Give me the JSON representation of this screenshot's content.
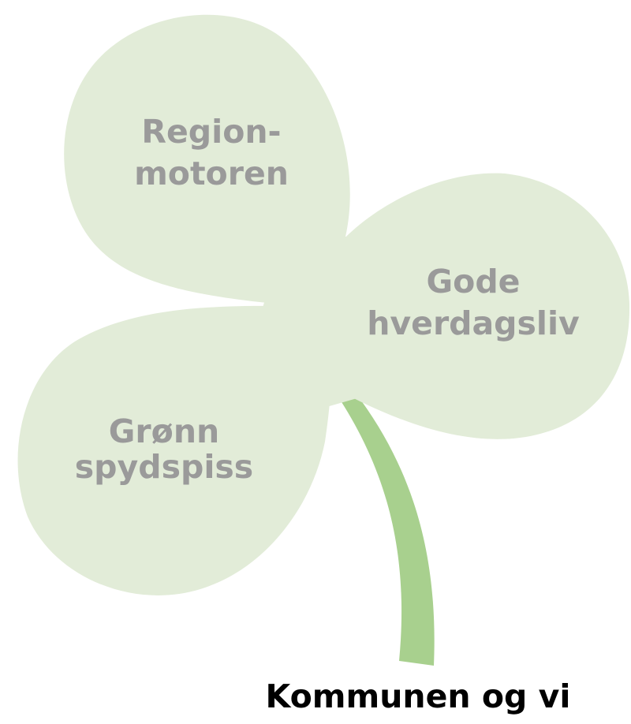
{
  "colors": {
    "leaf": "#e2ecd8",
    "stem": "#a8d08e",
    "leaf_text": "#9a9a9a",
    "caption_text": "#000000"
  },
  "leaves": {
    "top": {
      "line1": "Region-",
      "line2": "motoren"
    },
    "right": {
      "line1": "Gode",
      "line2": "hverdagsliv"
    },
    "left": {
      "line1": "Grønn",
      "line2": "spydspiss"
    }
  },
  "caption": "Kommunen og vi"
}
